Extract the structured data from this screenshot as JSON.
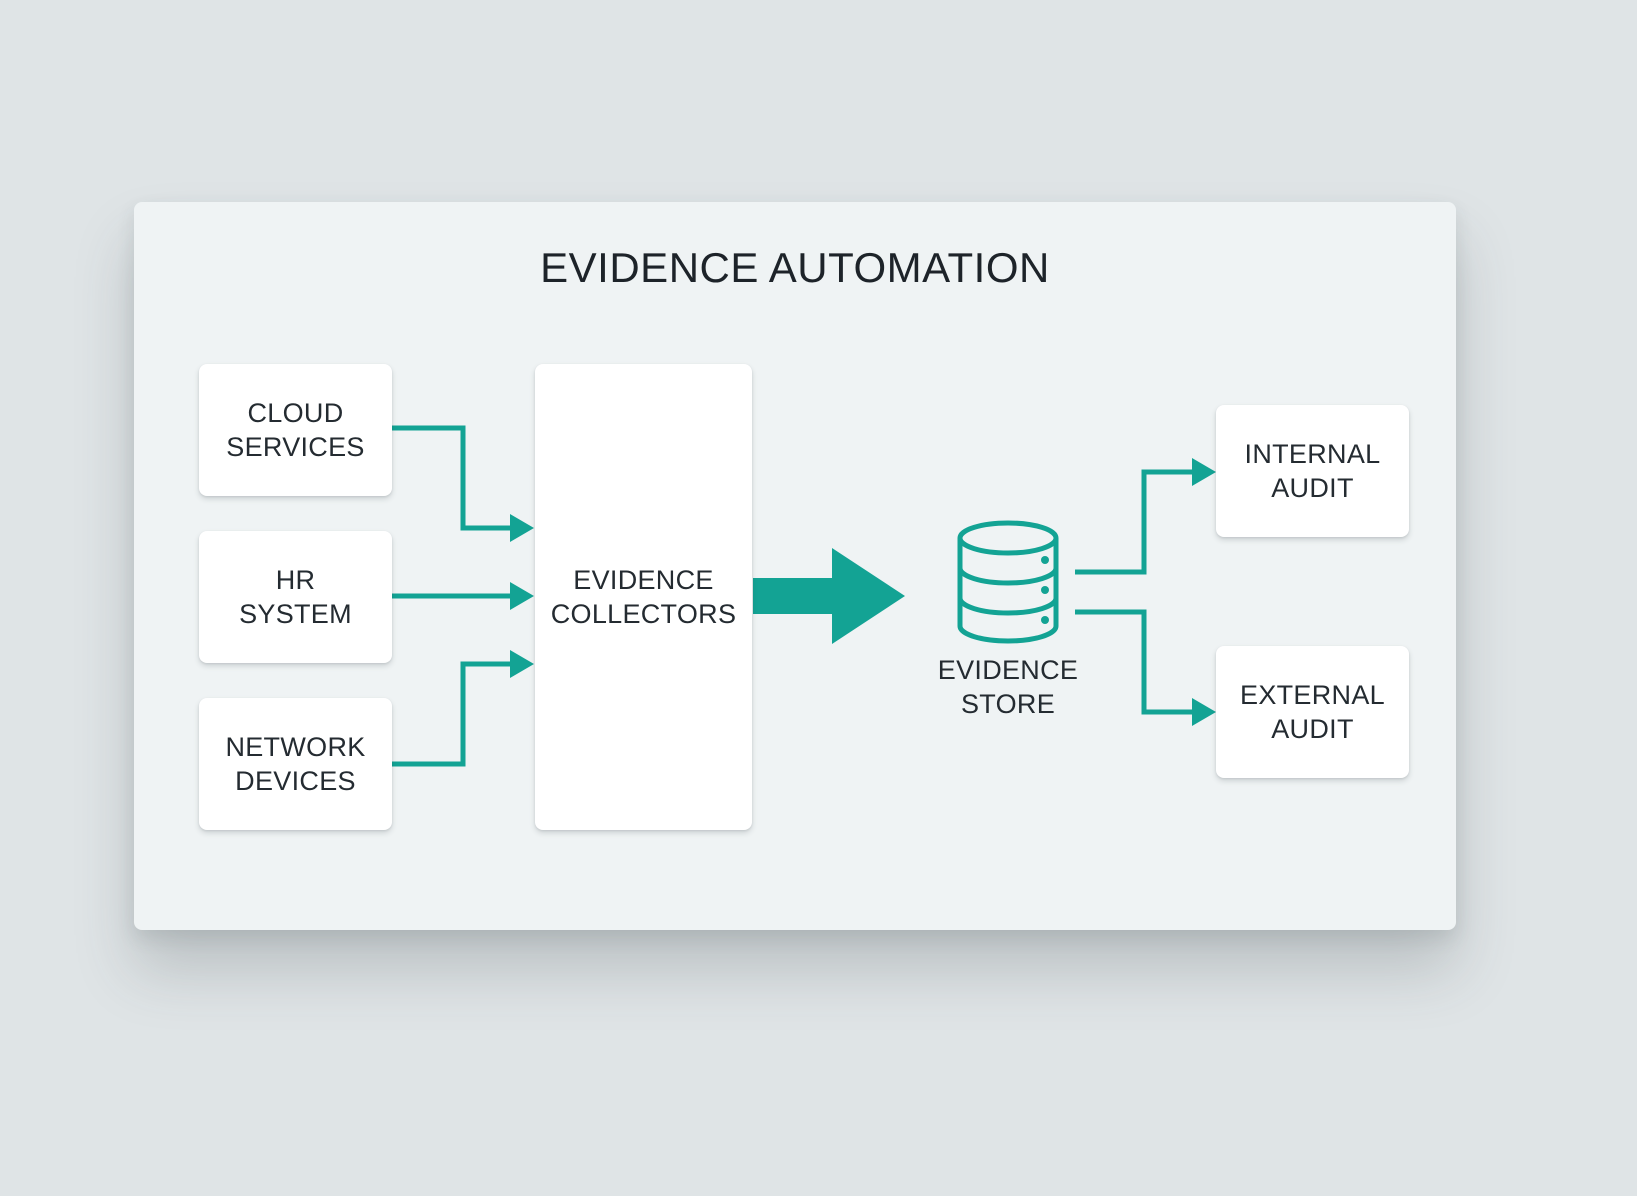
{
  "diagram": {
    "title": "EVIDENCE AUTOMATION",
    "accent_color": "#13a394",
    "sources": [
      {
        "label": "CLOUD\nSERVICES"
      },
      {
        "label": "HR\nSYSTEM"
      },
      {
        "label": "NETWORK\nDEVICES"
      }
    ],
    "collectors": {
      "label": "EVIDENCE\nCOLLECTORS"
    },
    "store": {
      "label": "EVIDENCE\nSTORE",
      "icon": "database-icon"
    },
    "destinations": [
      {
        "label": "INTERNAL\nAUDIT"
      },
      {
        "label": "EXTERNAL\nAUDIT"
      }
    ]
  }
}
